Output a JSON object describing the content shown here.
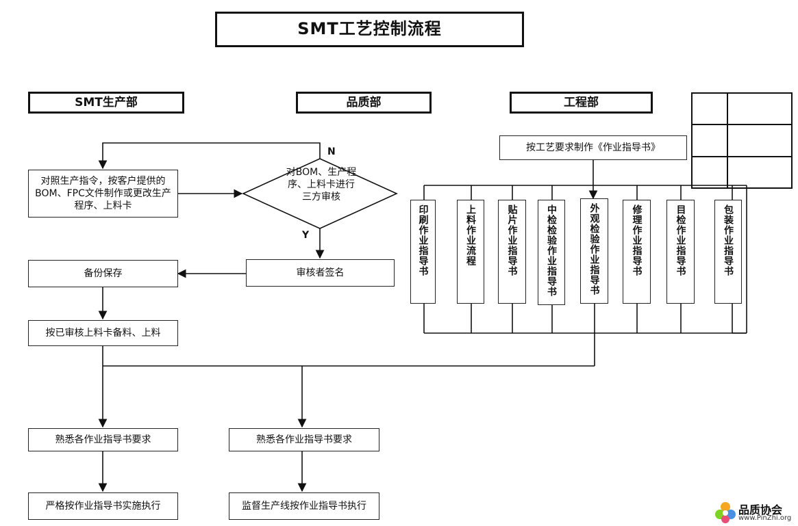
{
  "title": "SMT工艺控制流程",
  "departments": {
    "production": "SMT生产部",
    "quality": "品质部",
    "engineering": "工程部"
  },
  "production_steps": {
    "prepare": "对照生产指令，按客户提供的BOM、FPC文件制作或更改生产程序、上料卡",
    "backup": "备份保存",
    "feed": "按已审核上料卡备料、上料",
    "familiar": "熟悉各作业指导书要求",
    "execute": "严格按作业指导书实施执行"
  },
  "quality_steps": {
    "review": "对BOM、生产程序、上料卡进行三方审核",
    "sign": "审核者签名",
    "familiar": "熟悉各作业指导书要求",
    "supervise": "监督生产线按作业指导书执行"
  },
  "decision_labels": {
    "no": "N",
    "yes": "Y"
  },
  "engineering": {
    "make_instruction": "按工艺要求制作《作业指导书》",
    "instructions": [
      "印刷作业指导书",
      "上料作业流程",
      "贴片作业指导书",
      "中检检验作业指导书",
      "外观检验作业指导书",
      "修理作业指导书",
      "目检作业指导书",
      "包装作业指导书"
    ]
  },
  "watermark": {
    "name": "品质协会",
    "url": "www.PinZhi.org"
  }
}
